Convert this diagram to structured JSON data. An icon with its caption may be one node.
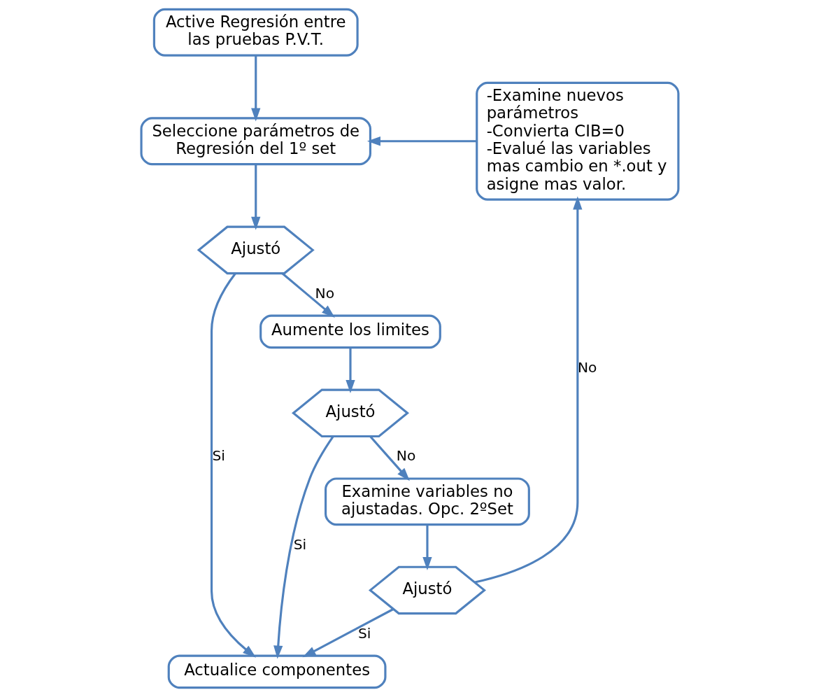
{
  "diagram": {
    "nodes": [
      {
        "text": [
          "Active Regresión entre las pruebas P.V.T."
        ]
      },
      {
        "text": [
          "Seleccione parámetros de Regresión del 1º set"
        ]
      },
      {
        "text": [
          "Ajustó"
        ]
      },
      {
        "text": [
          "Aumente los limites"
        ]
      },
      {
        "text": [
          "Ajustó"
        ]
      },
      {
        "text": [
          "Examine variables no ajustadas. Opc. 2ºSet"
        ]
      },
      {
        "text": [
          "Ajustó"
        ]
      },
      {
        "text": [
          "-Examine nuevos parámetros",
          "-Convierta CIB=0",
          "-Evalué las variables mas cambio en *.out y asigne mas valor."
        ]
      },
      {
        "text": [
          "Actualice componentes"
        ]
      }
    ],
    "edges": [
      {
        "from": 0,
        "to": 1,
        "arrow": "to"
      },
      {
        "from": 1,
        "to": 2,
        "arrow": "to"
      },
      {
        "from": 2,
        "to": 3,
        "arrow": "to",
        "label": "No"
      },
      {
        "from": 3,
        "to": 4,
        "arrow": "to"
      },
      {
        "from": 4,
        "to": 5,
        "arrow": "to",
        "label": "No"
      },
      {
        "from": 5,
        "to": 6,
        "arrow": "to"
      },
      {
        "from": 6,
        "to": 7,
        "arrow": "to",
        "label": "No"
      },
      {
        "from": 7,
        "to": 1,
        "arrow": "to"
      },
      {
        "from": 2,
        "to": 8,
        "arrow": "to",
        "label": "Si"
      },
      {
        "from": 4,
        "to": 8,
        "arrow": "to",
        "label": "Si"
      },
      {
        "from": 6,
        "to": 8,
        "arrow": "to",
        "label": "Si"
      }
    ]
  }
}
